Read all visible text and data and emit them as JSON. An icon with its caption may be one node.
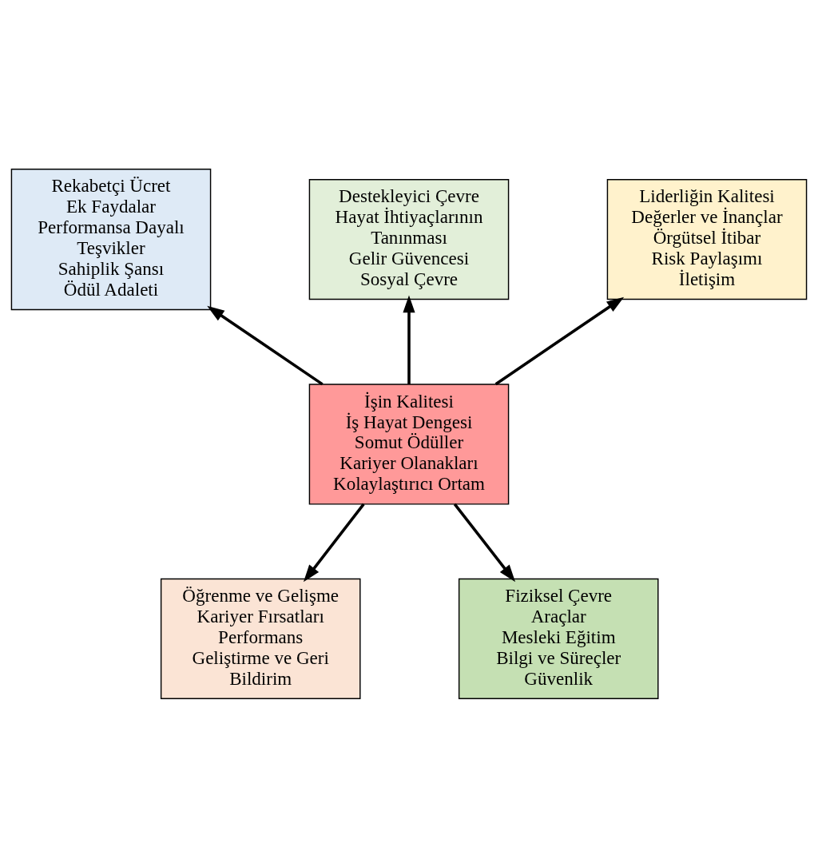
{
  "diagram": {
    "nodes": [
      {
        "text": [
          "Destekleyici Çevre",
          "Hayat İhtiyaçlarının Tanınması",
          "Gelir Güvencesi",
          "Sosyal Çevre"
        ]
      },
      {
        "text": [
          "Rekabetçi Ücret",
          "Ek Faydalar",
          "Performansa Dayalı Teşvikler",
          "Sahiplik Şansı",
          "Ödül Adaleti"
        ]
      },
      {
        "text": [
          "Liderliğin Kalitesi",
          "Değerler ve İnançlar",
          "Örgütsel İtibar",
          "Risk Paylaşımı",
          "İletişim"
        ]
      },
      {
        "text": [
          "İşin Kalitesi",
          "İş Hayat Dengesi",
          "Somut Ödüller",
          "Kariyer Olanakları",
          "Kolaylaştırıcı Ortam"
        ]
      },
      {
        "text": [
          "Öğrenme ve Gelişme",
          "Kariyer Fırsatları",
          "Performans Geliştirme ve Geri Bildirim"
        ]
      },
      {
        "text": [
          "Fiziksel Çevre",
          "Araçlar",
          "Mesleki Eğitim",
          "Bilgi ve Süreçler",
          "Güvenlik"
        ]
      }
    ],
    "edges": [
      {
        "from": 3,
        "to": 0,
        "arrow": "to"
      },
      {
        "from": 3,
        "to": 1,
        "arrow": "to"
      },
      {
        "from": 3,
        "to": 2,
        "arrow": "to"
      },
      {
        "from": 3,
        "to": 4,
        "arrow": "to"
      },
      {
        "from": 3,
        "to": 5,
        "arrow": "to"
      }
    ]
  }
}
